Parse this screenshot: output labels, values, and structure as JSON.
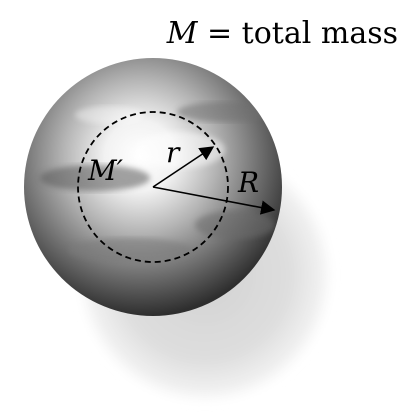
{
  "title": {
    "symbol": "M",
    "rest": " = total mass"
  },
  "labels": {
    "inner_mass": "M′",
    "small_radius": "r",
    "big_radius": "R"
  },
  "colors": {
    "sphere_highlight": "#ffffff",
    "sphere_mid": "#9a9a9a",
    "sphere_dark": "#2e2e2e",
    "shadow": "#d6d6d6",
    "line": "#000000"
  },
  "icons": {
    "sphere": "shaded-sphere-icon",
    "shadow": "drop-shadow-icon"
  }
}
